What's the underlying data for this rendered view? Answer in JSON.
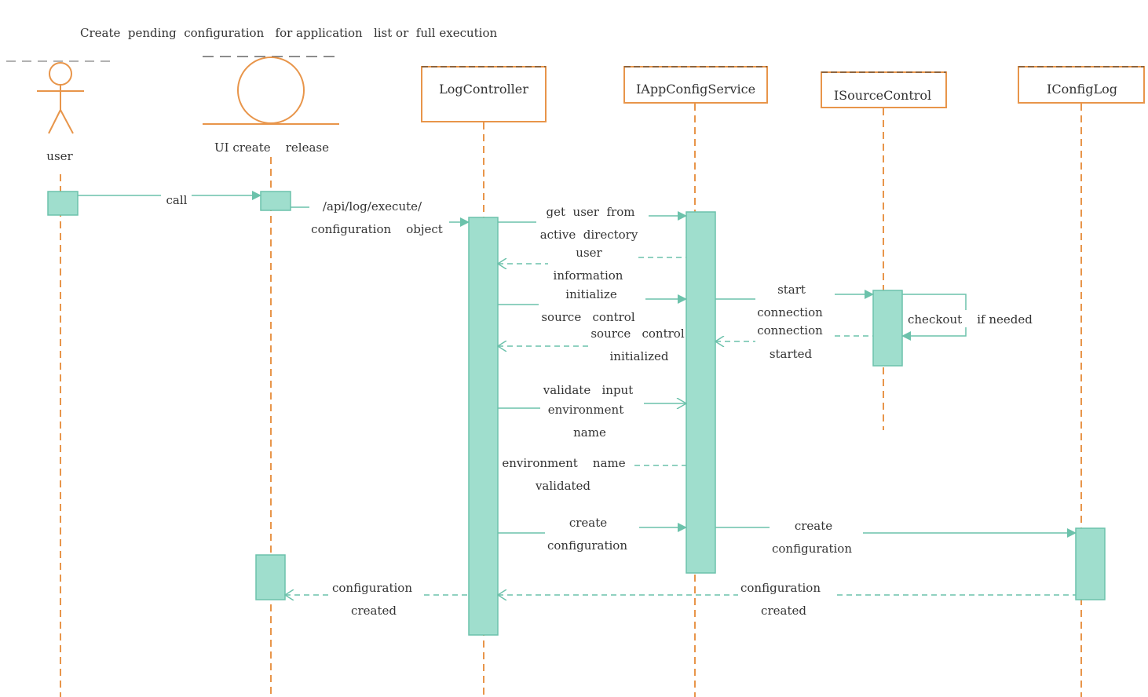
{
  "diagram": {
    "title": "Create  pending  configuration   for application   list or  full execution",
    "colors": {
      "lifeline": "#e8954a",
      "header_border": "#e8954a",
      "activation_fill": "#9fdecd",
      "activation_stroke": "#6cc2ab",
      "message": "#6cc2ab",
      "text": "#333333"
    },
    "participants": {
      "user": {
        "label": "user",
        "kind": "actor"
      },
      "ui": {
        "label": "UI create    release",
        "kind": "boundary"
      },
      "logcontroller": {
        "label": "LogController",
        "kind": "class"
      },
      "appconfig": {
        "label": "IAppConfigService",
        "kind": "class"
      },
      "sourcecontrol": {
        "label": "ISourceControl",
        "kind": "class"
      },
      "configlog": {
        "label": "IConfigLog",
        "kind": "class"
      }
    },
    "messages": {
      "m1": {
        "lines": [
          "call"
        ],
        "type": "sync"
      },
      "m2": {
        "lines": [
          "/api/log/execute/",
          "configuration    object"
        ],
        "type": "sync"
      },
      "m3": {
        "lines": [
          "get  user  from",
          "active  directory"
        ],
        "type": "sync"
      },
      "m4": {
        "lines": [
          "user",
          "information"
        ],
        "type": "return"
      },
      "m5": {
        "lines": [
          "initialize",
          "source   control"
        ],
        "type": "sync"
      },
      "m6": {
        "lines": [
          "start",
          "connection"
        ],
        "type": "sync"
      },
      "m7": {
        "lines": [
          "checkout    if needed"
        ],
        "type": "self"
      },
      "m8": {
        "lines": [
          "connection",
          "started"
        ],
        "type": "return"
      },
      "m9": {
        "lines": [
          "source   control",
          "initialized"
        ],
        "type": "return"
      },
      "m10": {
        "lines": [
          "validate   input",
          "environment",
          "name"
        ],
        "type": "async"
      },
      "m11": {
        "lines": [
          "environment    name",
          "validated"
        ],
        "type": "return"
      },
      "m12": {
        "lines": [
          "create",
          "configuration"
        ],
        "type": "sync"
      },
      "m13": {
        "lines": [
          "create",
          "configuration"
        ],
        "type": "sync"
      },
      "m14": {
        "lines": [
          "configuration",
          "created"
        ],
        "type": "return"
      },
      "m15": {
        "lines": [
          "configuration",
          "created"
        ],
        "type": "return"
      }
    }
  }
}
